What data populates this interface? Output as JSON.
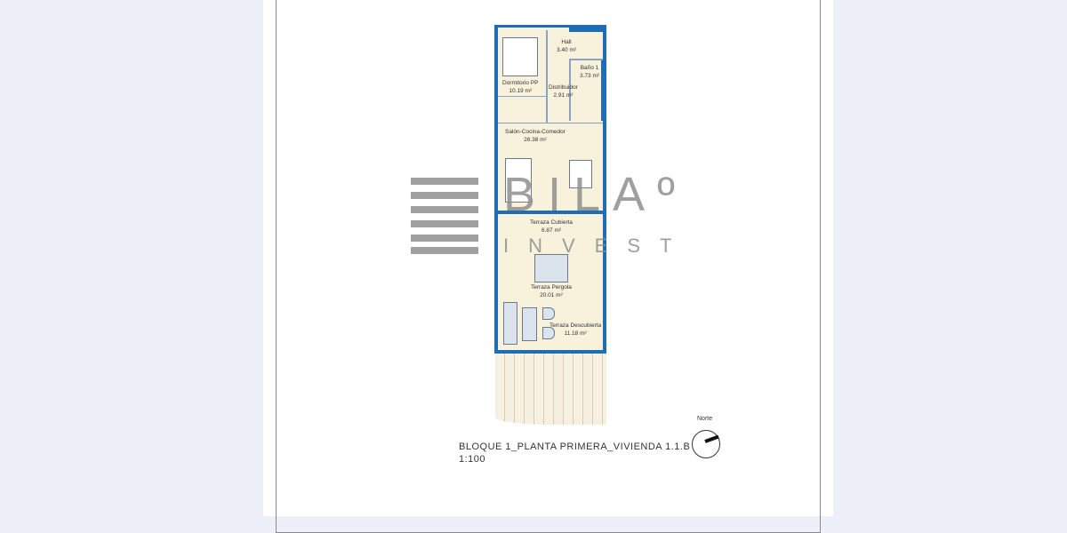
{
  "plan": {
    "rooms": [
      {
        "name": "Hall",
        "area": "3.40 m²"
      },
      {
        "name": "Dormitorio PP",
        "area": "10.19 m²"
      },
      {
        "name": "Distribuidor",
        "area": "2.91 m²"
      },
      {
        "name": "Baño 1",
        "area": "3.73 m²"
      },
      {
        "name": "Salón-Cocina-Comedor",
        "area": "26.38 m²"
      },
      {
        "name": "Terraza Cubierta",
        "area": "6.87 m²"
      },
      {
        "name": "Terraza Pergola",
        "area": "20.01 m²"
      },
      {
        "name": "Terraza Descubierta",
        "area": "11.18 m²"
      }
    ],
    "caption_line1": "BLOQUE 1_PLANTA PRIMERA_VIVIENDA 1.1.B",
    "caption_line2": "1:100",
    "north_label": "Norte"
  },
  "watermark": {
    "name": "BILAº",
    "sub": "INVEST"
  },
  "colors": {
    "wall": "#1f6db3",
    "background": "#eef0f9"
  }
}
